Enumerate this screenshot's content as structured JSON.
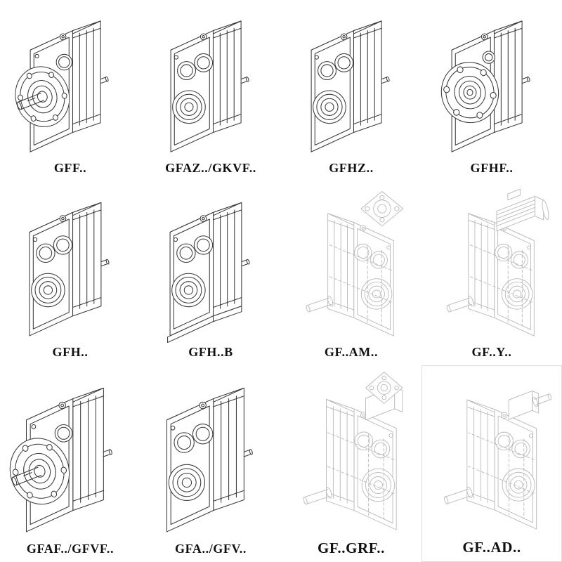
{
  "theme": {
    "background": "#ffffff",
    "line_solid": "#3a3a3a",
    "line_faint": "#b9b9b9",
    "label_color": "#111111"
  },
  "catalog": {
    "items": [
      {
        "label": "GFF..",
        "drawing": "flange-left",
        "line_style": "solid"
      },
      {
        "label": "GFAZ../GKVF..",
        "drawing": "face-bores",
        "line_style": "solid"
      },
      {
        "label": "GFHZ..",
        "drawing": "face-bores",
        "line_style": "solid"
      },
      {
        "label": "GFHF..",
        "drawing": "flange-front",
        "line_style": "solid"
      },
      {
        "label": "GFH..",
        "drawing": "face-bores",
        "line_style": "solid"
      },
      {
        "label": "GFH..B",
        "drawing": "face-bores-foot",
        "line_style": "solid"
      },
      {
        "label": "GF..AM..",
        "drawing": "mirrored-adapter-plate",
        "line_style": "faint"
      },
      {
        "label": "GF..Y..",
        "drawing": "mirrored-motor",
        "line_style": "faint"
      },
      {
        "label": "GFAF../GFVF..",
        "drawing": "flange-left",
        "line_style": "solid"
      },
      {
        "label": "GFA../GFV..",
        "drawing": "face-bores",
        "line_style": "solid"
      },
      {
        "label": "GF..GRF..",
        "drawing": "mirrored-adapter-block",
        "line_style": "faint"
      },
      {
        "label": "GF..AD..",
        "drawing": "mirrored-shaft-adapter",
        "line_style": "faint",
        "boxed": true
      }
    ]
  }
}
